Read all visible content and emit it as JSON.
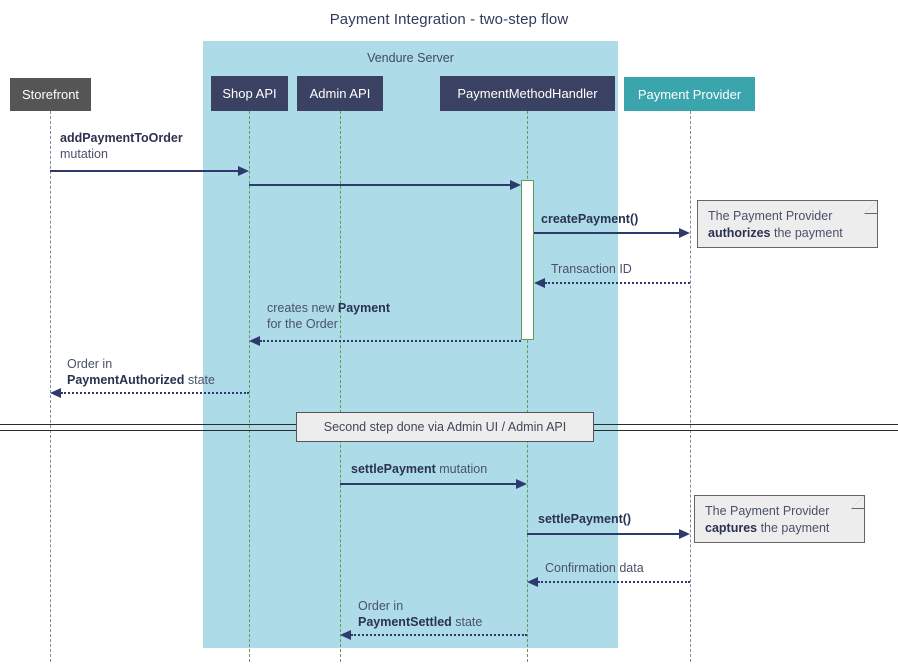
{
  "title": "Payment Integration - two-step flow",
  "group": {
    "label": "Vendure Server",
    "color": "#addce8"
  },
  "participants": [
    {
      "name": "storefront",
      "label": "Storefront",
      "color": "#555555"
    },
    {
      "name": "shop-api",
      "label": "Shop API",
      "color": "#3b4162"
    },
    {
      "name": "admin-api",
      "label": "Admin API",
      "color": "#3b4162"
    },
    {
      "name": "payment-method-handler",
      "label": "PaymentMethodHandler",
      "color": "#3b4162"
    },
    {
      "name": "payment-provider",
      "label": "Payment Provider",
      "color": "#3aa5ad"
    }
  ],
  "messages": {
    "add_payment_to_order": {
      "bold": "addPaymentToOrder",
      "rest": "mutation"
    },
    "create_payment": {
      "bold": "createPayment()",
      "rest": ""
    },
    "transaction_id": {
      "bold": "",
      "rest": "Transaction ID"
    },
    "creates_new_payment_1": {
      "pre": "creates new ",
      "bold": "Payment",
      "rest": ""
    },
    "creates_new_payment_2": {
      "pre": "for the Order",
      "bold": "",
      "rest": ""
    },
    "order_authorized_1": {
      "pre": "Order in",
      "bold": "",
      "rest": ""
    },
    "order_authorized_2": {
      "pre": "",
      "bold": "PaymentAuthorized",
      "rest": " state"
    },
    "settle_payment_mutation": {
      "bold": "settlePayment",
      "rest": " mutation"
    },
    "settle_payment_call": {
      "bold": "settlePayment()",
      "rest": ""
    },
    "confirmation_data": {
      "bold": "",
      "rest": "Confirmation data"
    },
    "order_settled_1": {
      "pre": "Order in",
      "bold": "",
      "rest": ""
    },
    "order_settled_2": {
      "pre": "",
      "bold": "PaymentSettled",
      "rest": " state"
    }
  },
  "notes": {
    "authorize": {
      "line1": "The Payment Provider",
      "bold": "authorizes",
      "line2_rest": " the payment"
    },
    "capture": {
      "line1": "The Payment Provider",
      "bold": "captures",
      "line2_rest": " the payment"
    }
  },
  "divider": {
    "label": "Second step done via Admin UI / Admin API"
  }
}
